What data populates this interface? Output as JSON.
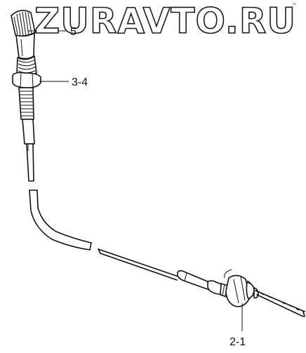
{
  "watermark": "ZURAVTO.RU",
  "corner_mark": "ru",
  "callouts": {
    "knob": "5",
    "nut": "3-4",
    "fitting": "2-1"
  }
}
